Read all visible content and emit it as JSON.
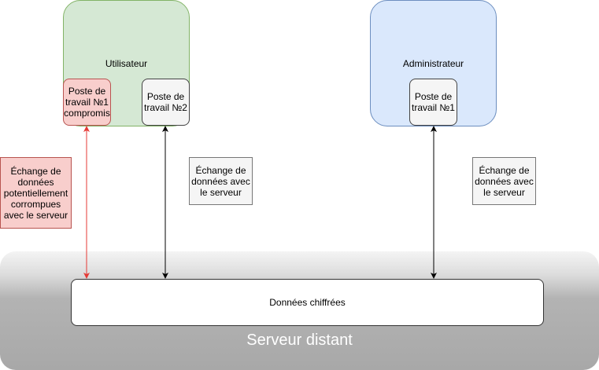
{
  "server": {
    "label": "Serveur distant",
    "data_label": "Données chiffrées"
  },
  "user": {
    "label": "Utilisateur",
    "ws1_label": "Poste de travail №1 compromis",
    "ws2_label": "Poste de travail №2"
  },
  "admin": {
    "label": "Administrateur",
    "ws1_label": "Poste de travail №1"
  },
  "edges": {
    "compromised_exchange": "Échange de données potentiellement corrompues avec le serveur",
    "user_exchange": "Échange de données avec le serveur",
    "admin_exchange": "Échange de données avec le serveur"
  },
  "colors": {
    "user_fill": "#d5e8d4",
    "admin_fill": "#dae8fc",
    "compromised_fill": "#f8cecc",
    "compromised_arrow": "#e53935"
  }
}
